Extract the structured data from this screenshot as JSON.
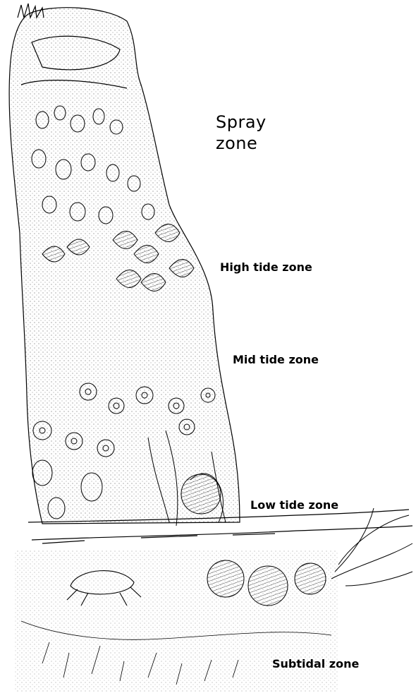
{
  "zones": {
    "spray_line1": "Spray",
    "spray_line2": "zone",
    "high": "High tide zone",
    "mid": "Mid tide zone",
    "low": "Low tide zone",
    "subtidal": "Subtidal zone"
  },
  "colors": {
    "ink": "#000000",
    "paper": "#ffffff"
  }
}
